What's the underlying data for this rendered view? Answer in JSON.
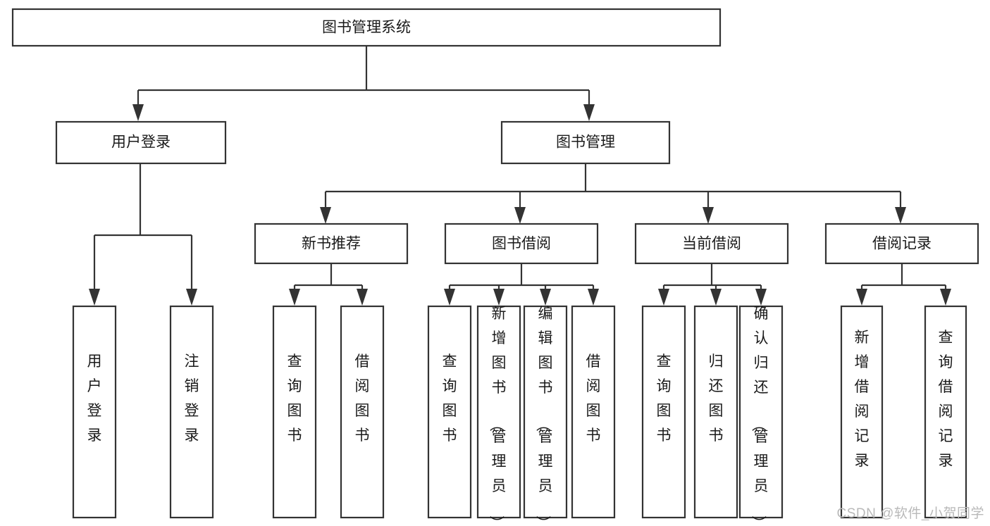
{
  "diagram": {
    "type": "tree",
    "title": "图书管理系统",
    "orientation": "top-down",
    "colors": {
      "box_fill": "#ffffff",
      "box_stroke": "#333333",
      "text": "#1a1a1a",
      "watermark": "#b9b9b9",
      "background": "#ffffff"
    },
    "nodes": {
      "root": {
        "label": "图书管理系统"
      },
      "level2": [
        {
          "id": "user-login",
          "label": "用户登录"
        },
        {
          "id": "book-management",
          "label": "图书管理"
        }
      ],
      "level3": [
        {
          "id": "new-book-recommend",
          "label": "新书推荐"
        },
        {
          "id": "book-borrow",
          "label": "图书借阅"
        },
        {
          "id": "current-borrow",
          "label": "当前借阅"
        },
        {
          "id": "borrow-record",
          "label": "借阅记录"
        }
      ],
      "leaves": {
        "user-login": [
          {
            "id": "leaf-user-login",
            "label": "用户登录"
          },
          {
            "id": "leaf-logout-login",
            "label": "注销登录"
          }
        ],
        "new-book-recommend": [
          {
            "id": "leaf-query-book-1",
            "label": "查询图书"
          },
          {
            "id": "leaf-borrow-book-1",
            "label": "借阅图书"
          }
        ],
        "book-borrow": [
          {
            "id": "leaf-query-book-2",
            "label": "查询图书"
          },
          {
            "id": "leaf-add-book",
            "label": "新增图书（管理员）"
          },
          {
            "id": "leaf-edit-book",
            "label": "编辑图书（管理员）"
          },
          {
            "id": "leaf-borrow-book-2",
            "label": "借阅图书"
          }
        ],
        "current-borrow": [
          {
            "id": "leaf-query-book-3",
            "label": "查询图书"
          },
          {
            "id": "leaf-return-book",
            "label": "归还图书"
          },
          {
            "id": "leaf-confirm-return",
            "label": "确认归还（管理员）"
          }
        ],
        "borrow-record": [
          {
            "id": "leaf-add-record",
            "label": "新增借阅记录"
          },
          {
            "id": "leaf-query-record",
            "label": "查询借阅记录"
          }
        ]
      }
    }
  },
  "watermark": {
    "text": "CSDN @软件_小贺同学"
  }
}
